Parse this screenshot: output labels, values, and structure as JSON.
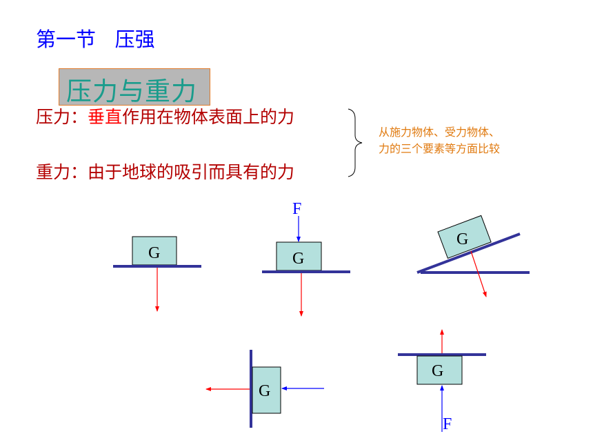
{
  "section_title": "第一节   压强",
  "topic_heading": "压力与重力",
  "pressure_def": {
    "prefix": "压力：",
    "highlight": "垂直",
    "suffix": "作用在物体表面上的力"
  },
  "gravity_def": "重力：由于地球的吸引而具有的力",
  "compare_note": [
    "从施力物体、受力物体、",
    "力的三个要素等方面比较"
  ],
  "diagram_labels": {
    "g1": "G",
    "g2": "G",
    "f2": "F",
    "g3": "G",
    "g4": "G",
    "g5": "G",
    "f5": "F"
  },
  "colors": {
    "title": "#0000ff",
    "definition": "#b30000",
    "highlight": "#ff0000",
    "note": "#e07a10",
    "block": "#b4e0dd",
    "surface": "#333399",
    "red_arrow": "#ff0000",
    "blue_arrow": "#0000ff"
  }
}
